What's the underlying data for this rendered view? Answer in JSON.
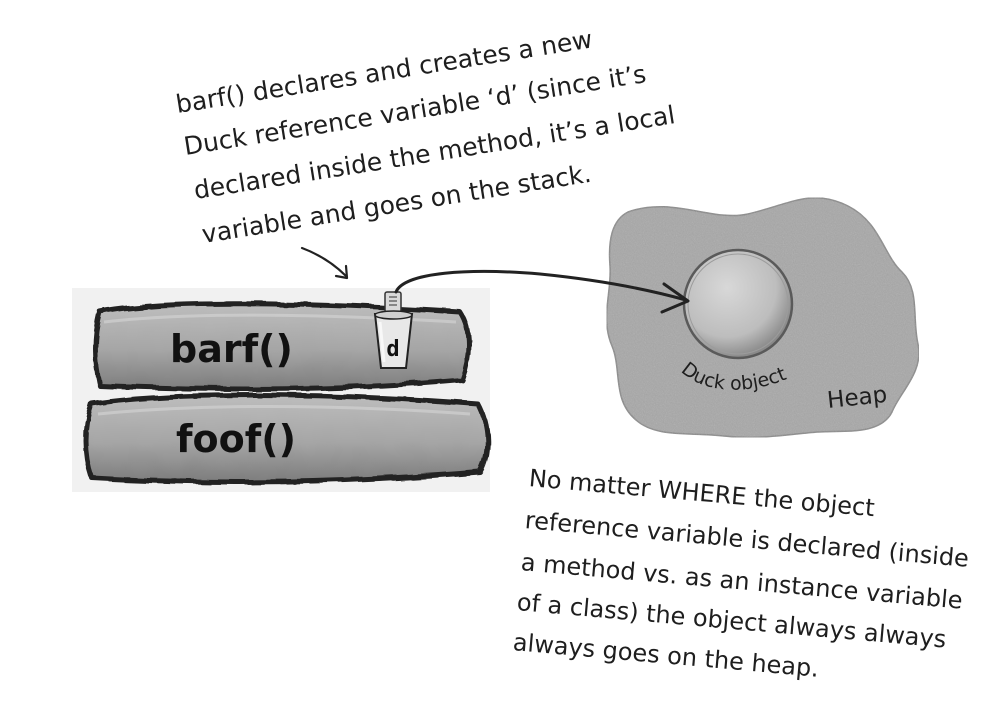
{
  "annotation_top": {
    "lines": [
      "barf() declares and creates a new",
      "Duck reference variable ‘d’ (since it’s",
      "declared inside the method, it’s a local",
      "variable and goes on the stack."
    ]
  },
  "stack": {
    "frames": [
      {
        "label": "barf()"
      },
      {
        "label": "foof()"
      }
    ],
    "reference_variable": "d"
  },
  "heap": {
    "label": "Heap",
    "object_label": "Duck object"
  },
  "annotation_bottom": {
    "lines": [
      "No matter WHERE the object",
      "reference variable is declared (inside",
      "a method vs. as an instance variable",
      "of a class) the object always always",
      "always goes on the heap."
    ]
  },
  "colors": {
    "stack_fill": "#a9a9a9",
    "stack_outline": "#2a2a2a",
    "heap_fill": "#a7a7a7",
    "object_fill": "#c4c4c4",
    "ink": "#1e1e1e"
  }
}
